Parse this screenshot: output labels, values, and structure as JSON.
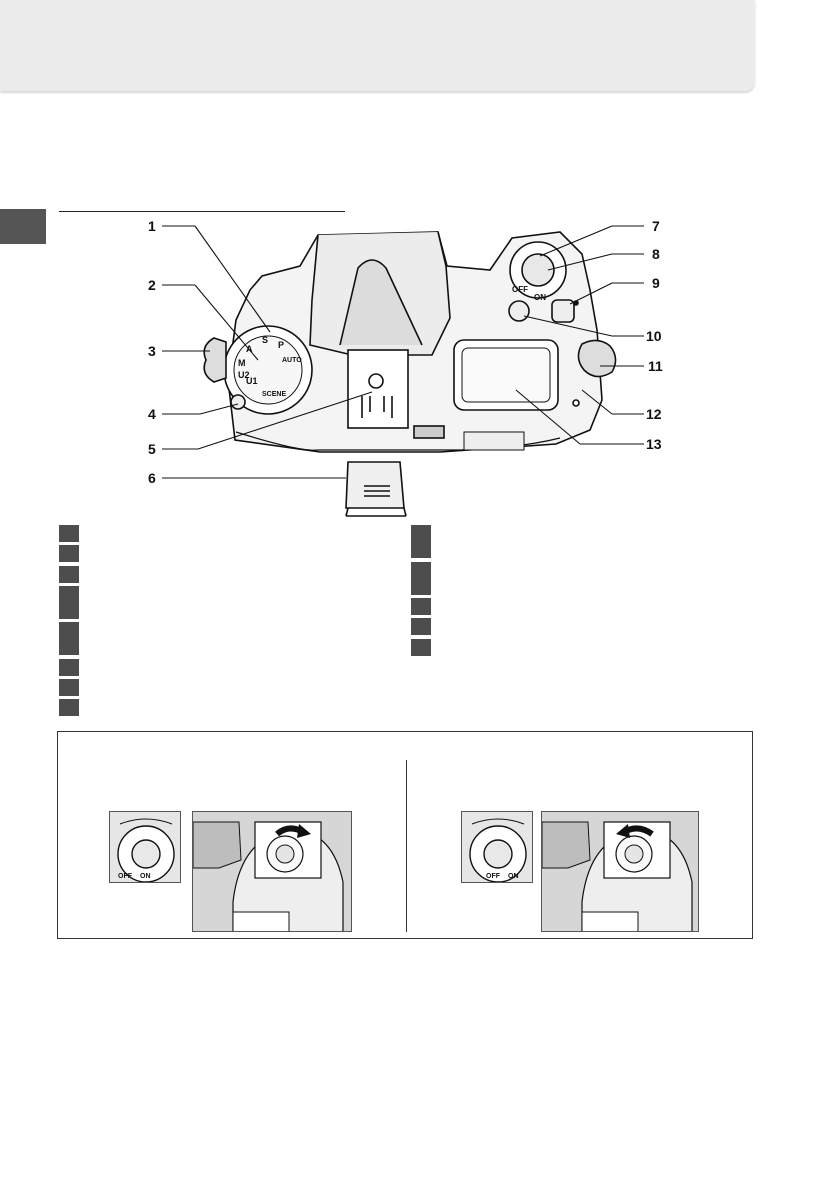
{
  "figure": {
    "callouts": [
      {
        "num": "1",
        "side": "left"
      },
      {
        "num": "2",
        "side": "left"
      },
      {
        "num": "3",
        "side": "left"
      },
      {
        "num": "4",
        "side": "left"
      },
      {
        "num": "5",
        "side": "left"
      },
      {
        "num": "6",
        "side": "left"
      },
      {
        "num": "7",
        "side": "right"
      },
      {
        "num": "8",
        "side": "right"
      },
      {
        "num": "9",
        "side": "right"
      },
      {
        "num": "10",
        "side": "right"
      },
      {
        "num": "11",
        "side": "right"
      },
      {
        "num": "12",
        "side": "right"
      },
      {
        "num": "13",
        "side": "right"
      }
    ],
    "dial_labels": {
      "a": "A",
      "s": "S",
      "p": "P",
      "m": "M",
      "u1": "U1",
      "u2": "U2",
      "auto": "AUTO",
      "scene": "SCENE"
    },
    "switch_labels": {
      "off": "OFF",
      "on": "ON"
    }
  },
  "colors": {
    "header_band": "#ececec",
    "chapter_tab": "#555555",
    "legend_marker": "#4d4d4d"
  },
  "info_box": {
    "left_panel": {
      "switch_labels": {
        "off": "OFF",
        "on": "ON"
      }
    },
    "right_panel": {
      "switch_labels": {
        "off": "OFF",
        "on": "ON"
      }
    }
  }
}
